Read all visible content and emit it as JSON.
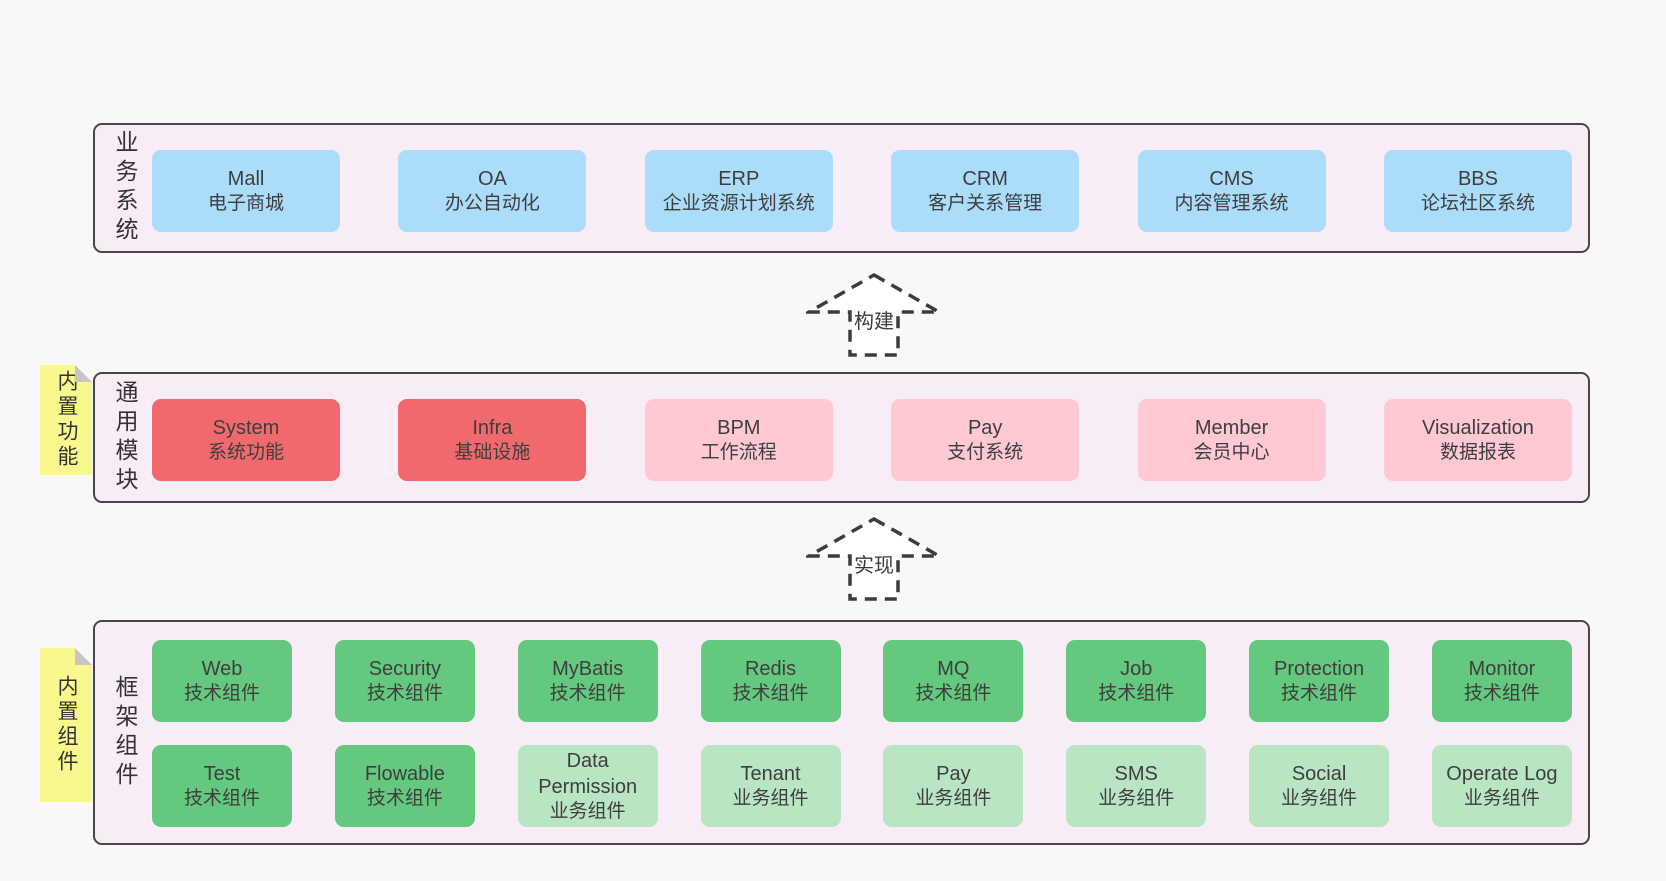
{
  "palette": {
    "page_bg": "#f8f8f8",
    "band_bg": "#f8edf6",
    "band_border": "#474747",
    "blue": "#abdcfa",
    "red": "#f2696d",
    "pink": "#fec9d3",
    "green": "#64c97f",
    "green_light": "#bae5c3",
    "sticky_yellow": "#f9f88e",
    "text": "#3e3e3e"
  },
  "arrows": [
    {
      "label": "构建"
    },
    {
      "label": "实现"
    }
  ],
  "bands": [
    {
      "label": "业务系统",
      "boxes": [
        {
          "title": "Mall",
          "subtitle": "电子商城",
          "color": "#abdcfa"
        },
        {
          "title": "OA",
          "subtitle": "办公自动化",
          "color": "#abdcfa"
        },
        {
          "title": "ERP",
          "subtitle": "企业资源计划系统",
          "color": "#abdcfa"
        },
        {
          "title": "CRM",
          "subtitle": "客户关系管理",
          "color": "#abdcfa"
        },
        {
          "title": "CMS",
          "subtitle": "内容管理系统",
          "color": "#abdcfa"
        },
        {
          "title": "BBS",
          "subtitle": "论坛社区系统",
          "color": "#abdcfa"
        }
      ]
    },
    {
      "label": "通用模块",
      "sticky": "内置功能",
      "boxes": [
        {
          "title": "System",
          "subtitle": "系统功能",
          "color": "#f2696d"
        },
        {
          "title": "Infra",
          "subtitle": "基础设施",
          "color": "#f2696d"
        },
        {
          "title": "BPM",
          "subtitle": "工作流程",
          "color": "#fec9d3"
        },
        {
          "title": "Pay",
          "subtitle": "支付系统",
          "color": "#fec9d3"
        },
        {
          "title": "Member",
          "subtitle": "会员中心",
          "color": "#fec9d3"
        },
        {
          "title": "Visualization",
          "subtitle": "数据报表",
          "color": "#fec9d3"
        }
      ]
    },
    {
      "label": "框架组件",
      "sticky": "内置组件",
      "rows": [
        [
          {
            "title": "Web",
            "subtitle": "技术组件",
            "color": "#64c97f"
          },
          {
            "title": "Security",
            "subtitle": "技术组件",
            "color": "#64c97f"
          },
          {
            "title": "MyBatis",
            "subtitle": "技术组件",
            "color": "#64c97f"
          },
          {
            "title": "Redis",
            "subtitle": "技术组件",
            "color": "#64c97f"
          },
          {
            "title": "MQ",
            "subtitle": "技术组件",
            "color": "#64c97f"
          },
          {
            "title": "Job",
            "subtitle": "技术组件",
            "color": "#64c97f"
          },
          {
            "title": "Protection",
            "subtitle": "技术组件",
            "color": "#64c97f"
          },
          {
            "title": "Monitor",
            "subtitle": "技术组件",
            "color": "#64c97f"
          }
        ],
        [
          {
            "title": "Test",
            "subtitle": "技术组件",
            "color": "#64c97f"
          },
          {
            "title": "Flowable",
            "subtitle": "技术组件",
            "color": "#64c97f"
          },
          {
            "title": "Data Permission",
            "subtitle": "业务组件",
            "color": "#bae5c3"
          },
          {
            "title": "Tenant",
            "subtitle": "业务组件",
            "color": "#bae5c3"
          },
          {
            "title": "Pay",
            "subtitle": "业务组件",
            "color": "#bae5c3"
          },
          {
            "title": "SMS",
            "subtitle": "业务组件",
            "color": "#bae5c3"
          },
          {
            "title": "Social",
            "subtitle": "业务组件",
            "color": "#bae5c3"
          },
          {
            "title": "Operate Log",
            "subtitle": "业务组件",
            "color": "#bae5c3"
          }
        ]
      ]
    }
  ]
}
